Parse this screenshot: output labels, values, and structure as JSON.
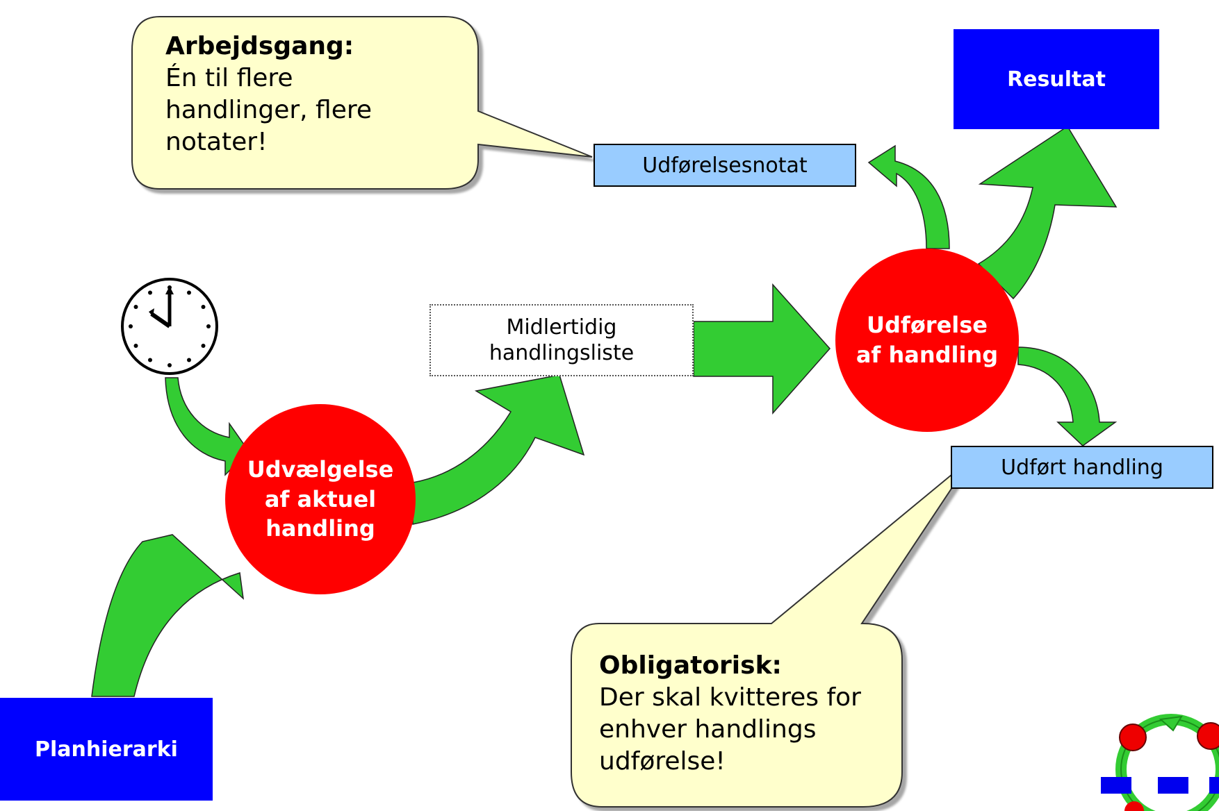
{
  "colors": {
    "arrow": "#33cc33",
    "circle": "#ff0000",
    "dark_box": "#0000ff",
    "light_box": "#99ccff",
    "callout": "#ffffcc"
  },
  "icons": {
    "clock": "clock-icon",
    "logo": "logo-icon"
  },
  "boxes": {
    "resultat": "Resultat",
    "planhierarki": "Planhierarki",
    "udforelsesnotat": "Udførelsesnotat",
    "udfort_handling": "Udført handling",
    "midlertidig": "Midlertidig\nhandlingsliste"
  },
  "circles": {
    "udvaelgelse": "Udvælgelse\naf aktuel\nhandling",
    "udforelse": "Udførelse\naf handling"
  },
  "callouts": {
    "arbejdsgang": {
      "title": "Arbejdsgang:",
      "body": "Én til flere\nhandlinger, flere\nnotater!"
    },
    "obligatorisk": {
      "title": "Obligatorisk:",
      "body": "Der skal kvitteres for\nenhver handlings\nudførelse!"
    }
  }
}
